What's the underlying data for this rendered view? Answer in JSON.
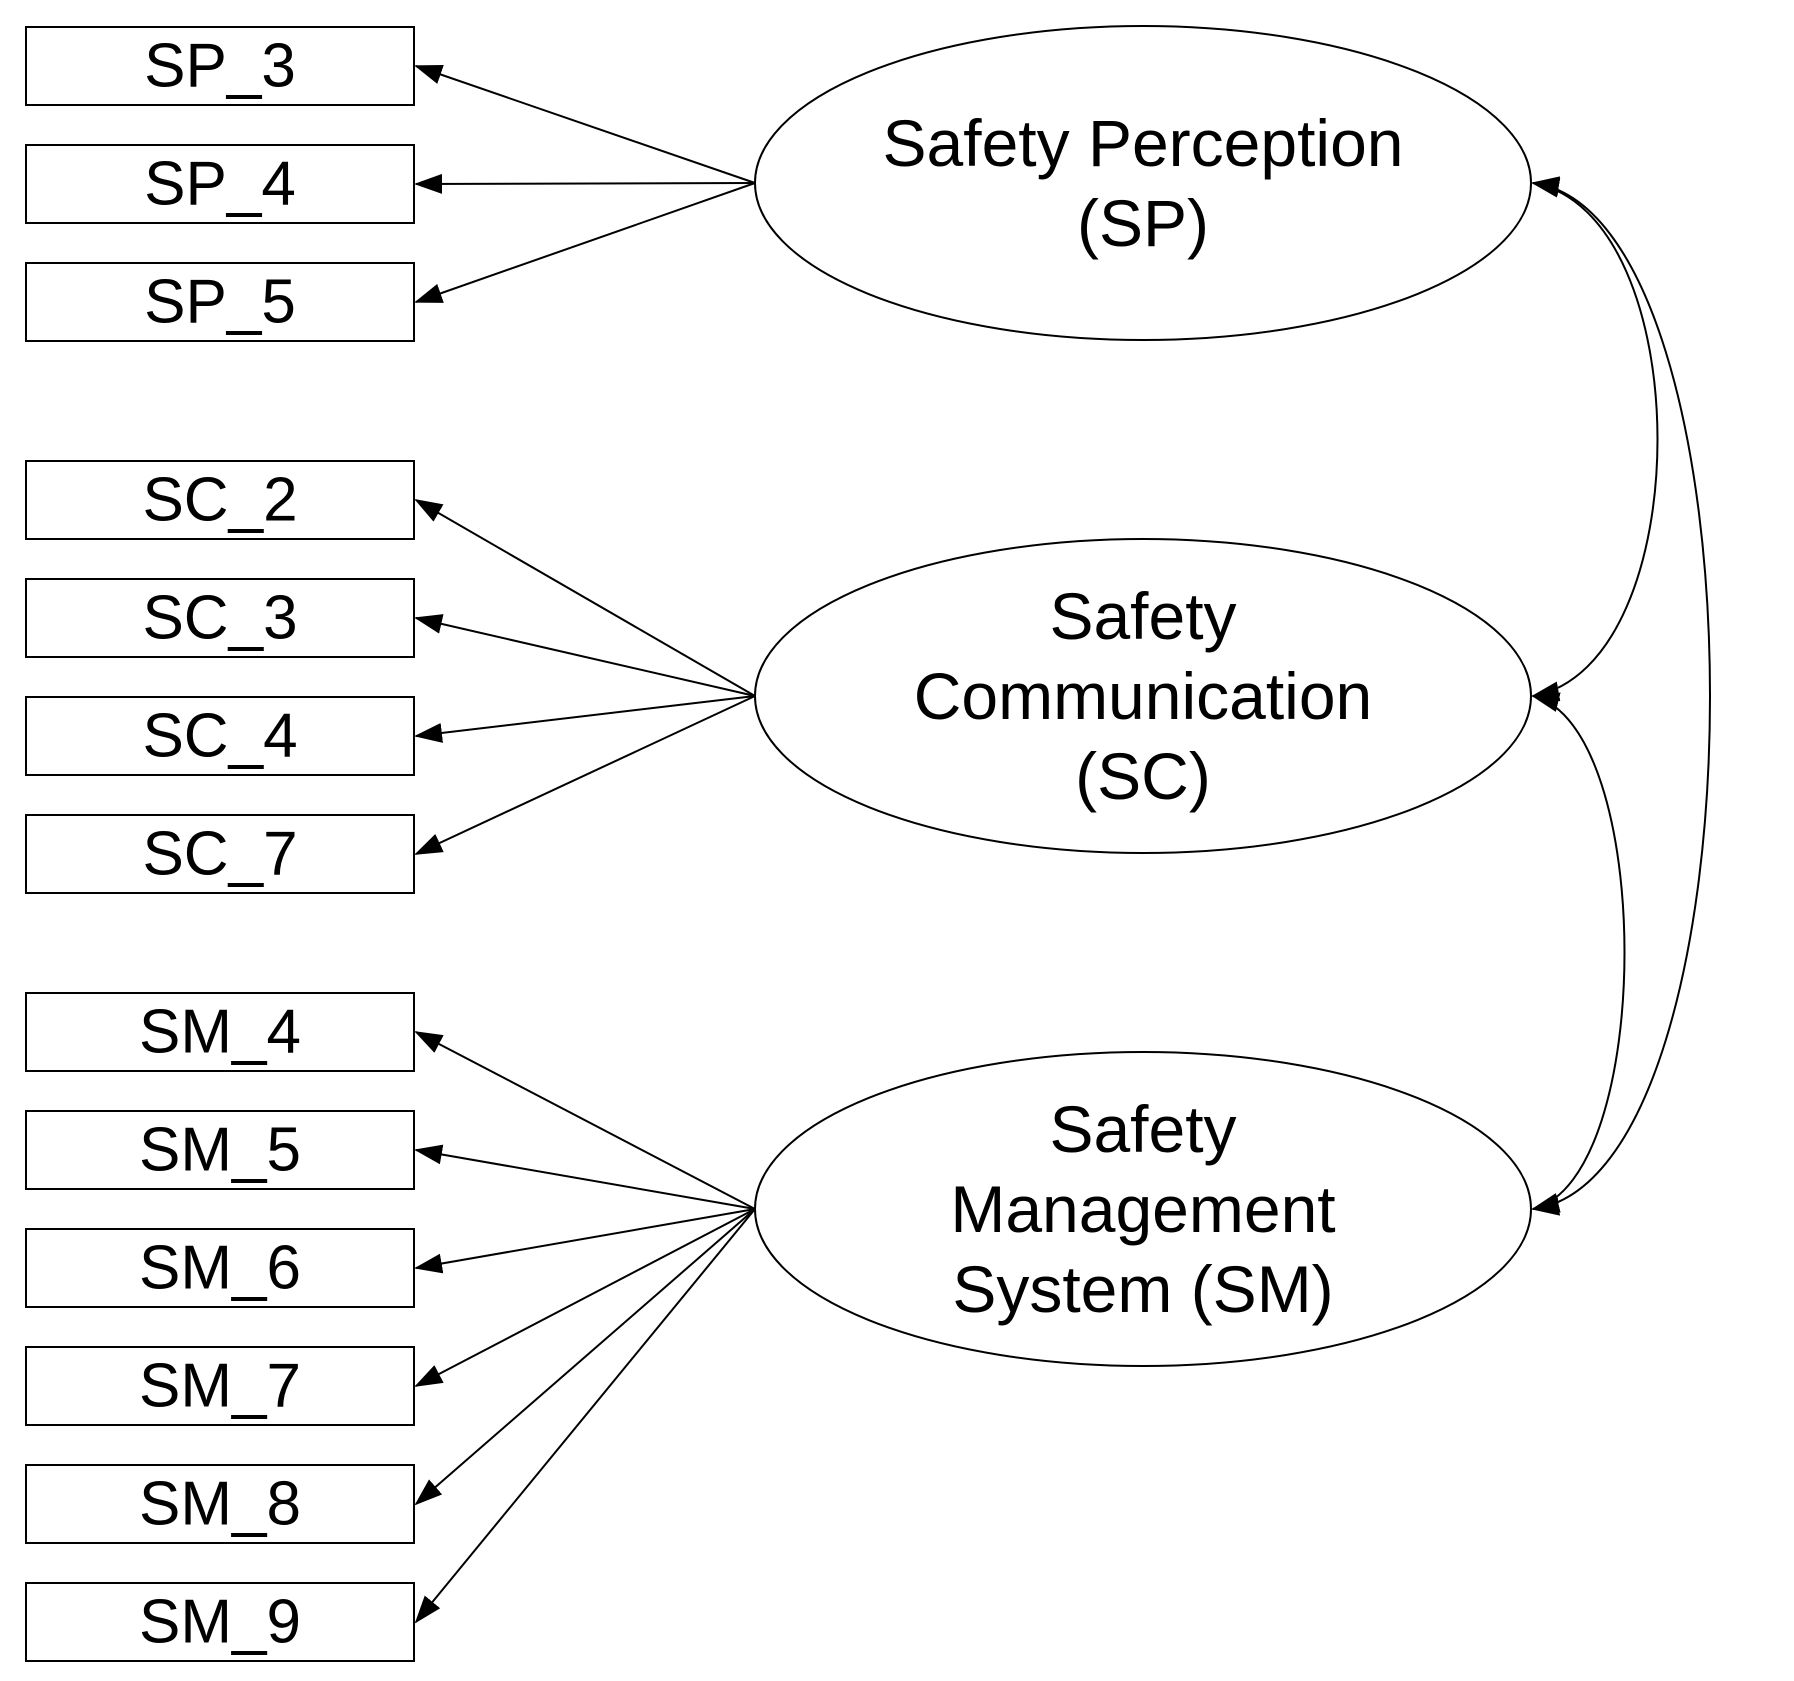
{
  "factors": [
    {
      "id": "SP",
      "label_lines": [
        "Safety Perception",
        "(SP)"
      ],
      "indicators": [
        "SP_3",
        "SP_4",
        "SP_5"
      ]
    },
    {
      "id": "SC",
      "label_lines": [
        "Safety",
        "Communication",
        "(SC)"
      ],
      "indicators": [
        "SC_2",
        "SC_3",
        "SC_4",
        "SC_7"
      ]
    },
    {
      "id": "SM",
      "label_lines": [
        "Safety",
        "Management",
        "System (SM)"
      ],
      "indicators": [
        "SM_4",
        "SM_5",
        "SM_6",
        "SM_7",
        "SM_8",
        "SM_9"
      ]
    }
  ],
  "covariances": [
    [
      "SP",
      "SC"
    ],
    [
      "SC",
      "SM"
    ],
    [
      "SP",
      "SM"
    ]
  ]
}
